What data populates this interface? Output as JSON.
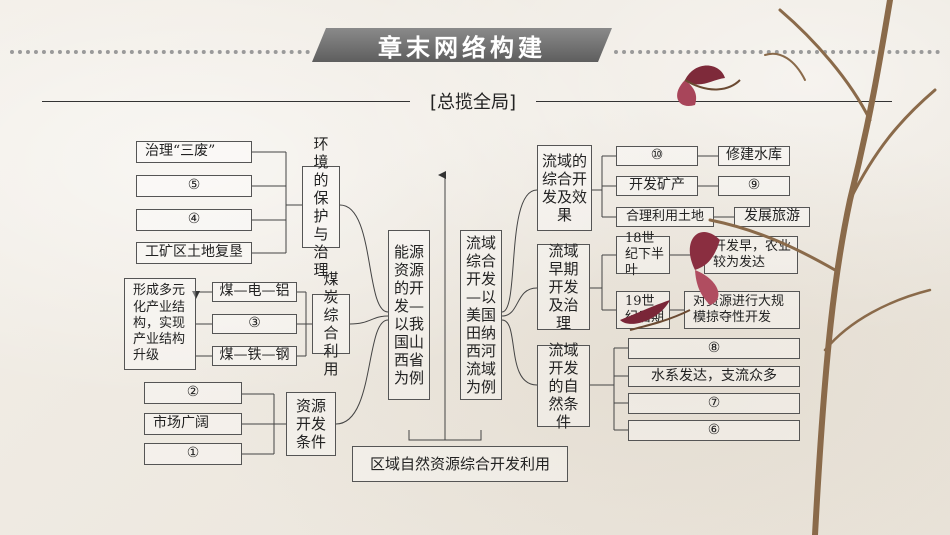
{
  "header": {
    "title": "章末网络构建",
    "section": "[总揽全局]"
  },
  "diagram": {
    "root": "区域自然资源综合开发利用",
    "left_case": "能源资源的开发—以我国山西省为例",
    "right_case": "流域综合开发—以美国田纳西河流域为例",
    "left": {
      "env": {
        "label": "环境的保护与治理",
        "items": [
          "治理“三废”",
          "⑤",
          "④",
          "工矿区土地复垦"
        ]
      },
      "coal": {
        "label": "煤炭综合利用",
        "items": [
          "煤—电—铝",
          "③",
          "煤—铁—钢"
        ],
        "outcome": "形成多元化产业结构，实现产业结构升级"
      },
      "resource": {
        "label": "资源开发条件",
        "items": [
          "②",
          "市场广阔",
          "①"
        ]
      }
    },
    "right": {
      "effect": {
        "label": "流域的综合开发及效果",
        "rows": [
          {
            "action": "⑩",
            "result": "修建水库"
          },
          {
            "action": "开发矿产",
            "result": "⑨"
          },
          {
            "action": "合理利用土地",
            "result": "发展旅游"
          }
        ]
      },
      "history": {
        "label": "流域早期开发及治理",
        "rows": [
          {
            "period": "18世纪下半叶",
            "desc": "开发早，农业较为发达"
          },
          {
            "period": "19世纪后期",
            "desc": "对资源进行大规模掠夺性开发"
          }
        ]
      },
      "natural": {
        "label": "流域开发的自然条件",
        "items": [
          "⑧",
          "水系发达，支流众多",
          "⑦",
          "⑥"
        ]
      }
    }
  }
}
